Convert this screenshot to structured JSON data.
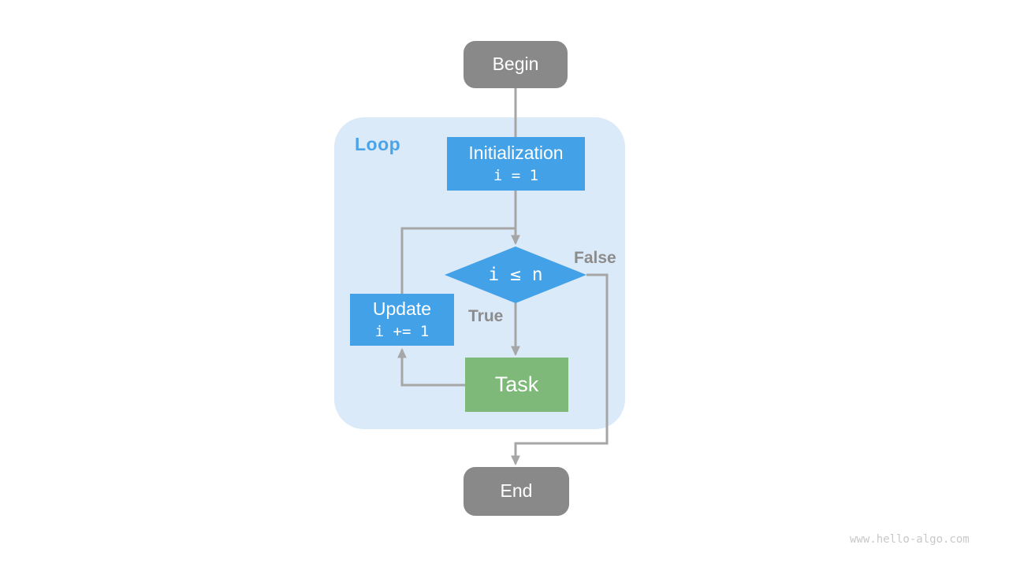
{
  "flowchart": {
    "loop_group": {
      "label": "Loop"
    },
    "nodes": {
      "begin": {
        "label": "Begin"
      },
      "initialization": {
        "label": "Initialization",
        "code": "i = 1"
      },
      "condition": {
        "label": "i ≤ n"
      },
      "update": {
        "label": "Update",
        "code": "i += 1"
      },
      "task": {
        "label": "Task"
      },
      "end": {
        "label": "End"
      }
    },
    "edge_labels": {
      "true": "True",
      "false": "False"
    },
    "colors": {
      "terminal_gray": "#898989",
      "process_blue": "#43A1E8",
      "task_green": "#7FB97A",
      "loop_background": "#DAEAF9",
      "loop_label": "#4BA4E8",
      "arrow": "#A6A6A6",
      "edge_label": "#8C8C8C",
      "node_text": "#FFFFFF",
      "watermark": "#C8C8C8"
    }
  },
  "page": {
    "watermark": "www.hello-algo.com"
  }
}
